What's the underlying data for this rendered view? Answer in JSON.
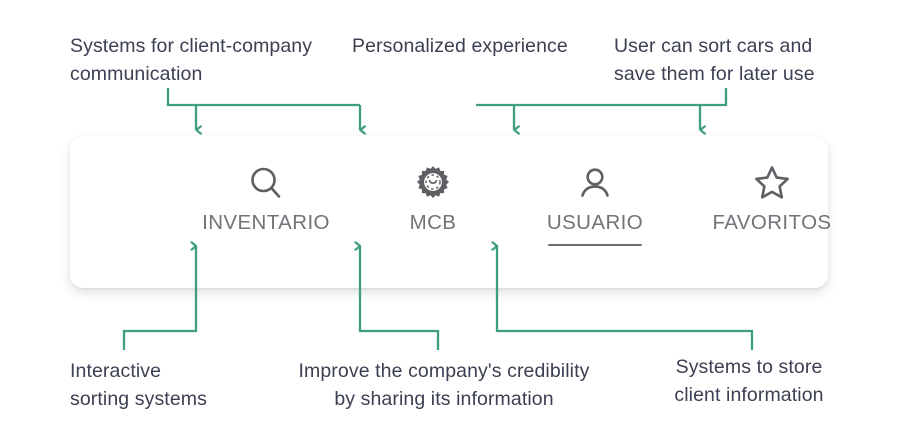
{
  "theme": {
    "connector_color": "#3f9e7b",
    "annotation_text_color": "#3c4052",
    "nav_label_color": "#727278",
    "nav_icon_color": "#5e5e63",
    "bar_background": "#ffffff",
    "page_background": "#ffffff"
  },
  "annotations": {
    "top": [
      {
        "id": "communication",
        "text": "Systems for client-company\ncommunication"
      },
      {
        "id": "personalized",
        "text": "Personalized experience"
      },
      {
        "id": "sortcars",
        "text": "User can sort cars and\nsave them for later use"
      }
    ],
    "bottom": [
      {
        "id": "interactive",
        "text": "Interactive\nsorting systems"
      },
      {
        "id": "credibility",
        "text": "Improve the company's credibility\nby sharing its information"
      },
      {
        "id": "storeclient",
        "text": "Systems to store\nclient information"
      }
    ]
  },
  "navbar": {
    "items": [
      {
        "label": "INVENTARIO",
        "icon": "search-icon",
        "active": false
      },
      {
        "label": "MCB",
        "icon": "gear-icon",
        "active": false
      },
      {
        "label": "USUARIO",
        "icon": "user-icon",
        "active": true
      },
      {
        "label": "FAVORITOS",
        "icon": "star-icon",
        "active": false
      }
    ]
  }
}
